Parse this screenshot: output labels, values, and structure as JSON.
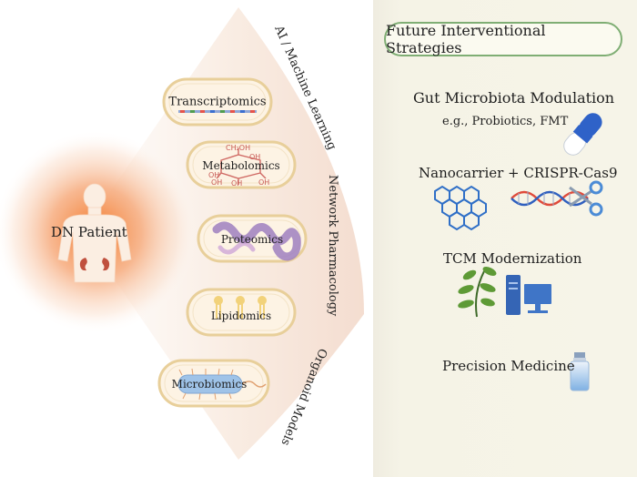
{
  "patient_label": "DN Patient",
  "omics_layers": [
    {
      "label": "Transcriptomics"
    },
    {
      "label": "Metabolomics"
    },
    {
      "label": "Proteomics"
    },
    {
      "label": "Lipidomics"
    },
    {
      "label": "Microbiomics"
    }
  ],
  "chemical_labels": [
    "CH₂OH",
    "OH",
    "OH",
    "OH",
    "OH",
    "OH"
  ],
  "methods": {
    "ai": "AI / Machine Learning",
    "network": "Network Pharmacology",
    "organoid": "Organoid Models"
  },
  "strategies": {
    "title": "Future Interventional Strategies",
    "gut": "Gut Microbiota Modulation",
    "gut_example": "e.g., Probiotics, FMT",
    "nano": "Nanocarrier + CRISPR-Cas9",
    "tcm": "TCM Modernization",
    "precision": "Precision Medicine"
  },
  "colors": {
    "right_panel": "#f4f1e0",
    "fan": "#f7e6d8",
    "patient_glow": "#f08a4b",
    "pill_border": "#e8cf9a",
    "title_border": "#7fae74"
  }
}
